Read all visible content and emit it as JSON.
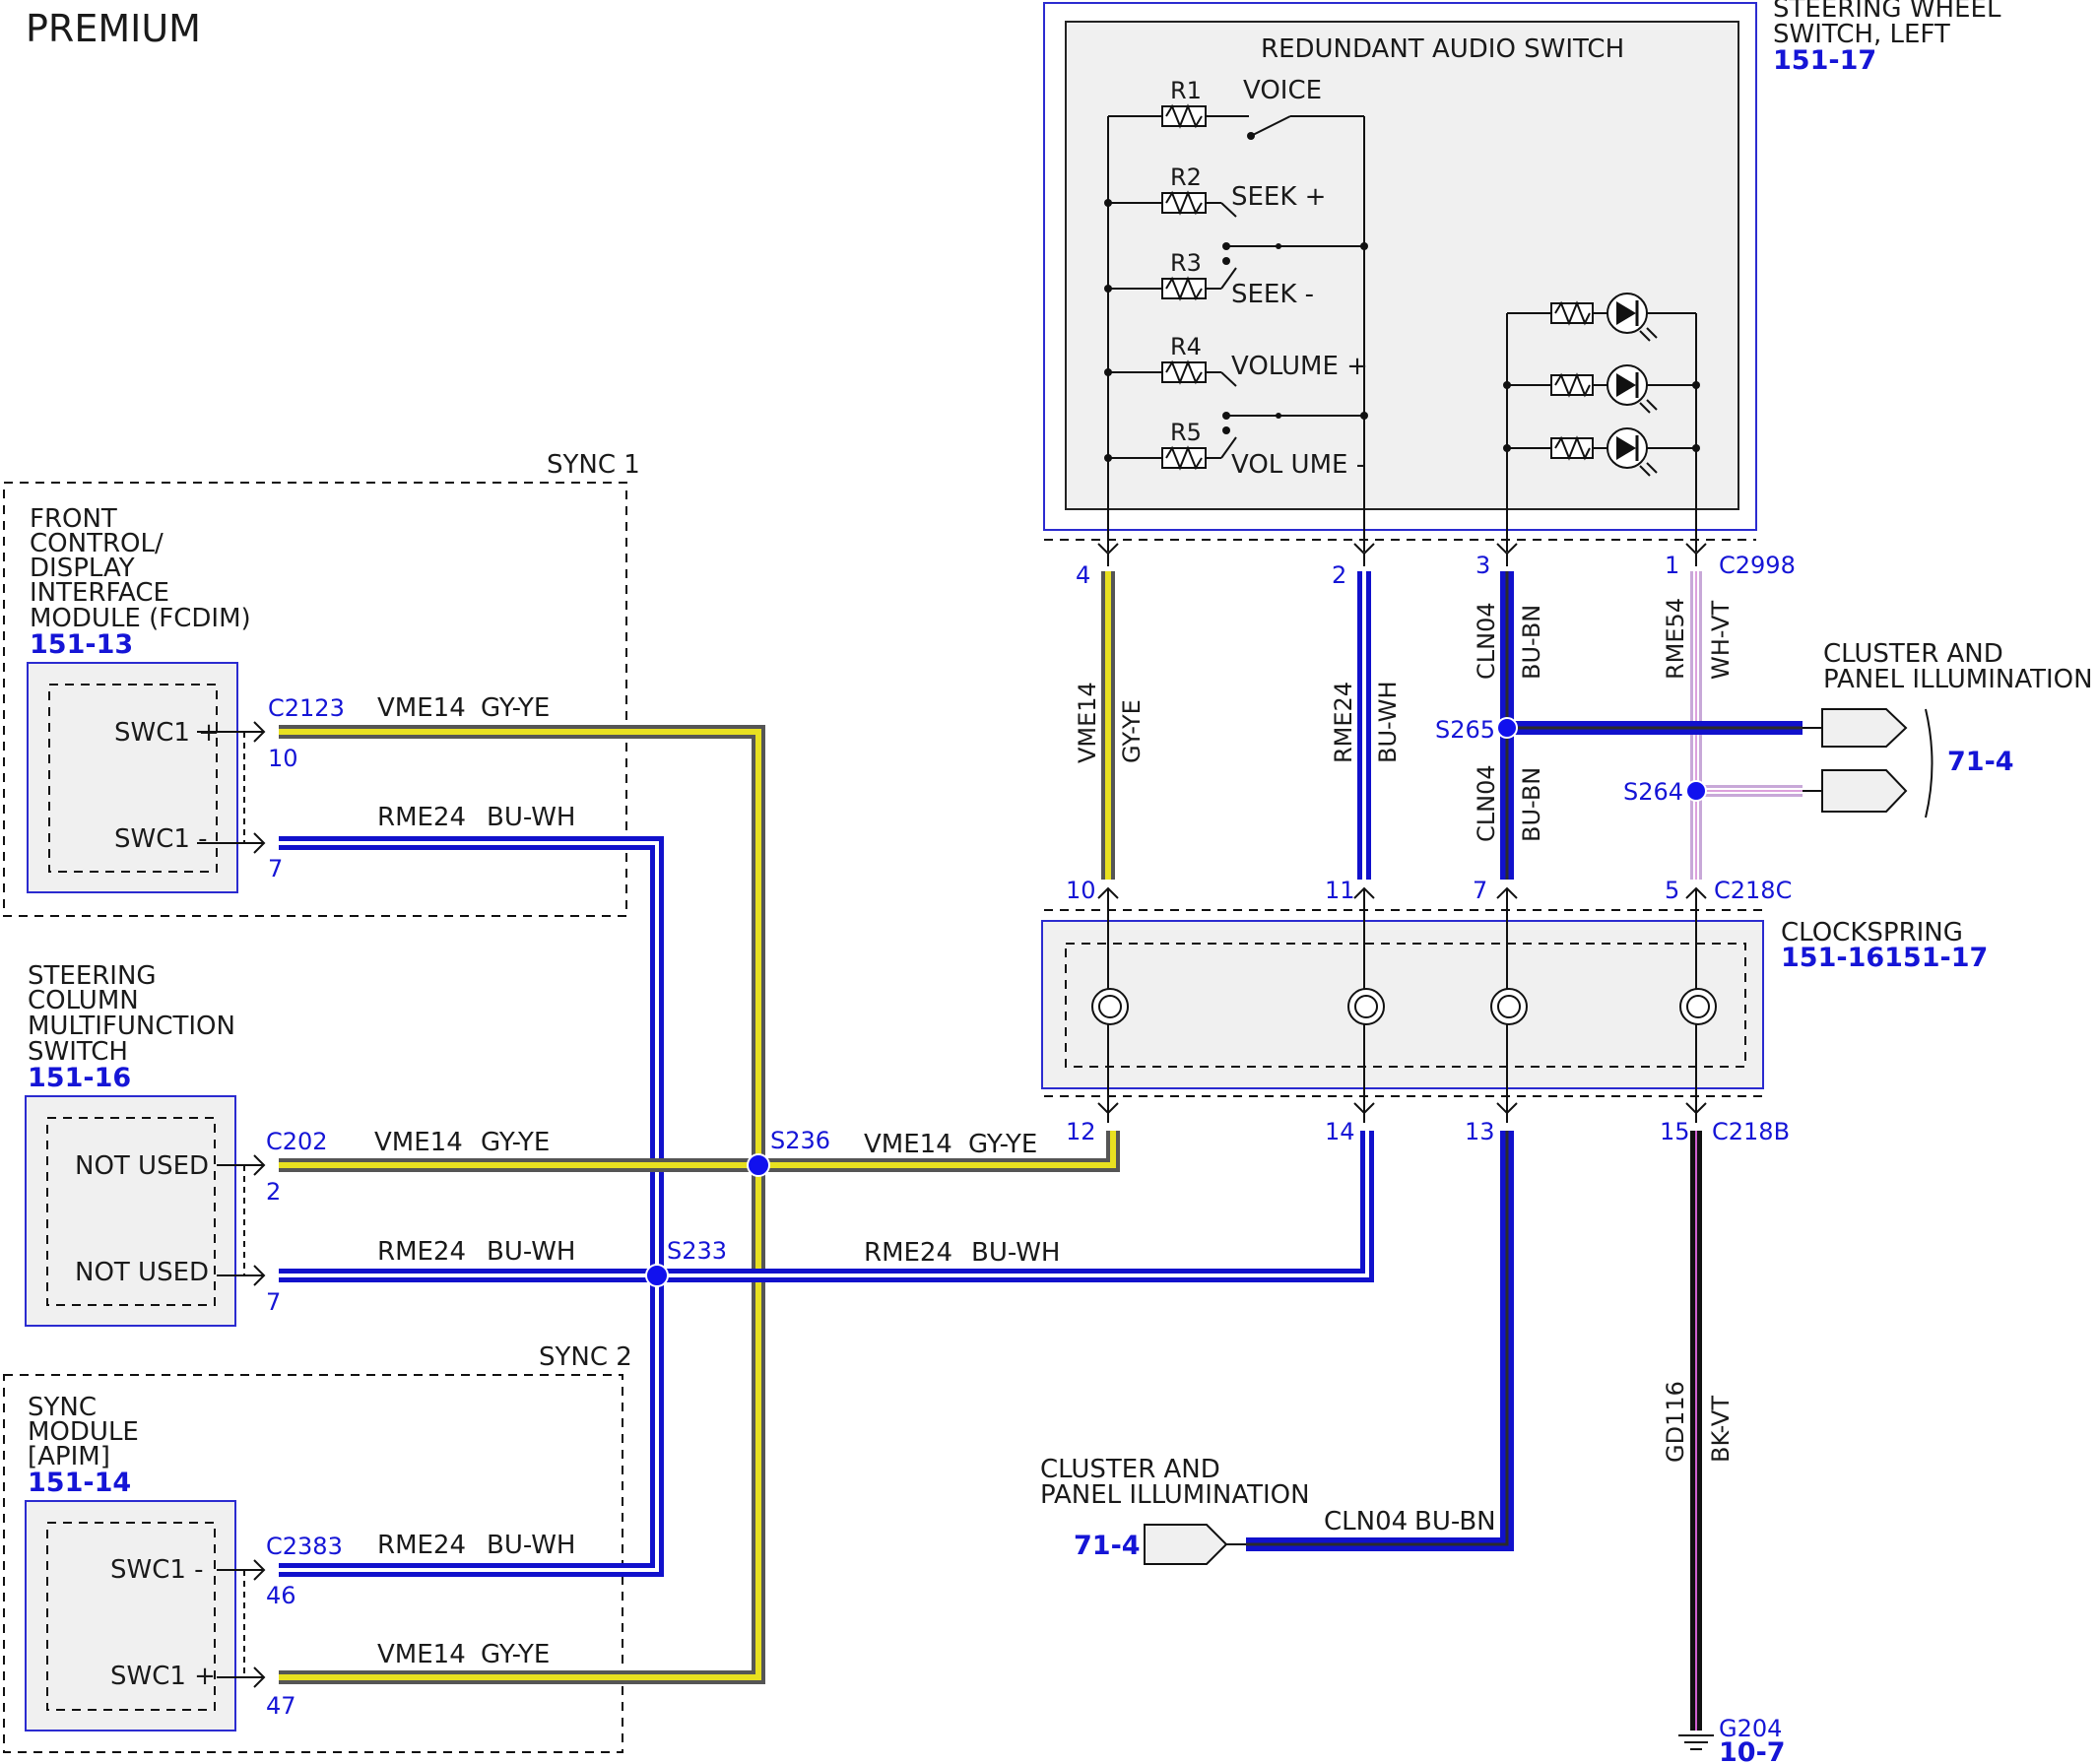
{
  "title": "PREMIUM",
  "components": {
    "swsl": {
      "name": [
        "STEERING WHEEL",
        "SWITCH, LEFT"
      ],
      "ref": "151-17"
    },
    "ras": {
      "name": "REDUNDANT AUDIO SWITCH"
    },
    "fcdim": {
      "group": "SYNC 1",
      "name": [
        "FRONT",
        "CONTROL/",
        "DISPLAY",
        "INTERFACE",
        "MODULE (FCDIM)"
      ],
      "ref": "151-13",
      "pin_a": "SWC1 +",
      "pin_b": "SWC1 -"
    },
    "scms": {
      "name": [
        "STEERING",
        "COLUMN",
        "MULTIFUNCTION",
        "SWITCH"
      ],
      "ref": "151-16",
      "pin_a": "NOT USED",
      "pin_b": "NOT USED"
    },
    "apim": {
      "group": "SYNC 2",
      "name": [
        "SYNC",
        "MODULE",
        "[APIM]"
      ],
      "ref": "151-14",
      "pin_a": "SWC1 -",
      "pin_b": "SWC1 +"
    },
    "clockspring": {
      "name": "CLOCKSPRING",
      "ref": "151-16151-17"
    },
    "cpi": {
      "name": [
        "CLUSTER AND",
        "PANEL ILLUMINATION"
      ],
      "ref": "71-4"
    },
    "ground": {
      "name": "G204",
      "ref": "10-7"
    }
  },
  "switches": {
    "resistors": [
      "R1",
      "R2",
      "R3",
      "R4",
      "R5"
    ],
    "functions": [
      "VOICE",
      "SEEK +",
      "SEEK -",
      "VOLUME +",
      "VOL UME -"
    ]
  },
  "connectors": {
    "c2998": "C2998",
    "c218c": "C218C",
    "c218b": "C218B",
    "c2123": "C2123",
    "c202": "C202",
    "c2383": "C2383"
  },
  "splices": {
    "s265": "S265",
    "s264": "S264",
    "s236": "S236",
    "s233": "S233"
  },
  "pins": {
    "c2998": [
      "4",
      "2",
      "3",
      "1"
    ],
    "c218c": [
      "10",
      "11",
      "7",
      "5"
    ],
    "c218b": [
      "12",
      "14",
      "13",
      "15"
    ],
    "c2123": [
      "10",
      "7"
    ],
    "c202": [
      "2",
      "7"
    ],
    "c2383": [
      "46",
      "47"
    ]
  },
  "circuits": {
    "vme14": "VME14",
    "gyye": "GY-YE",
    "rme24": "RME24",
    "buwh": "BU-WH",
    "cln04": "CLN04",
    "bubn": "BU-BN",
    "rme54": "RME54",
    "whvt": "WH-VT",
    "gd116": "GD116",
    "bkvt": "BK-VT"
  },
  "colors": {
    "gyye_outer": "#555555",
    "gyye_inner": "#e8e020",
    "buwh_outer": "#1111cc",
    "buwh_inner": "#ffffff",
    "bubn_outer": "#1111cc",
    "bubn_inner": "#2b2b2b",
    "whvt_outer": "#c8a8d8",
    "whvt_inner": "#ffffff",
    "bkvt_outer": "#111111",
    "bkvt_inner": "#d060d0",
    "label_blue": "#1515d6",
    "box_fill": "#f0f0f0"
  }
}
